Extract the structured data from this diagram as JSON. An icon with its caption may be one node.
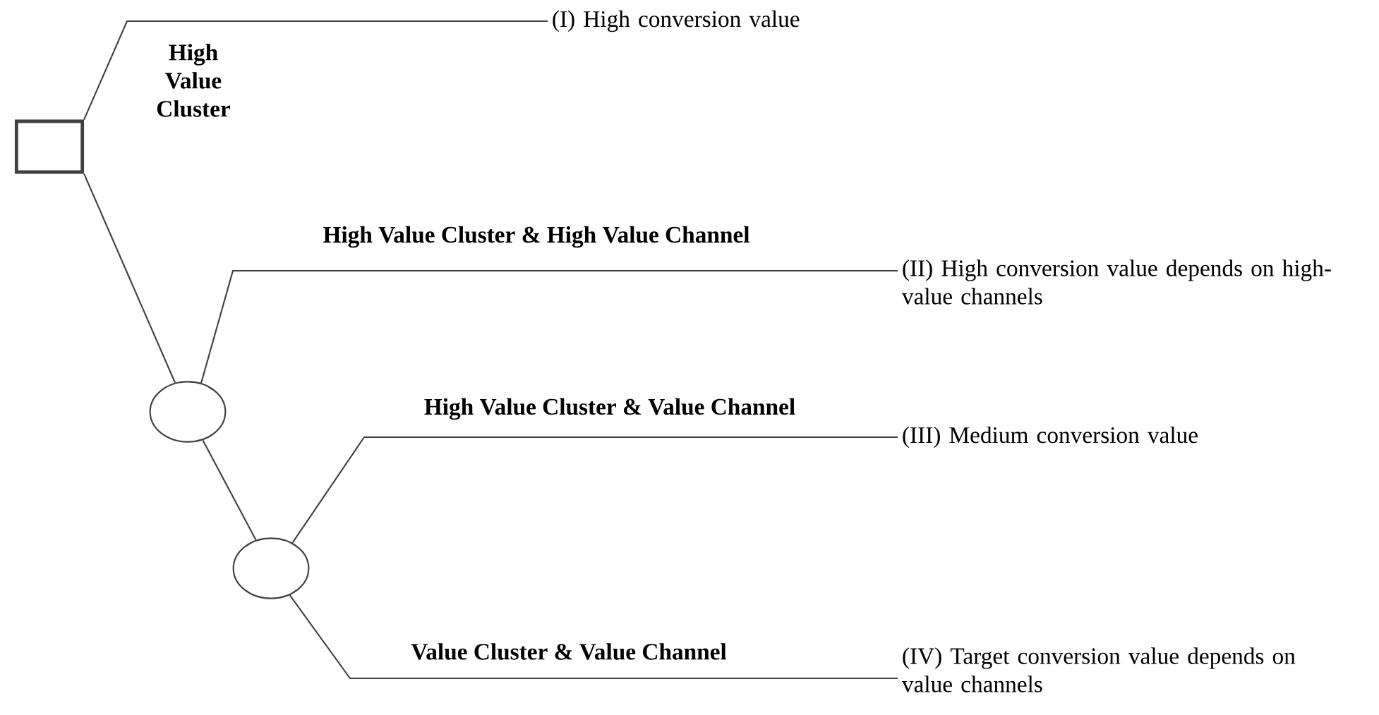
{
  "diagram": {
    "nodes": [
      {
        "text": [],
        "shape": "box"
      },
      {
        "text": [],
        "shape": "circle"
      },
      {
        "text": [],
        "shape": "circle"
      },
      {
        "text": [
          "(I) High conversion value"
        ]
      },
      {
        "text": [
          "(II) High conversion value depends on high-value channels"
        ]
      },
      {
        "text": [
          "(III) Medium conversion value"
        ]
      },
      {
        "text": [
          "(IV) Target conversion value depends on value channels"
        ]
      }
    ],
    "edges": [
      {
        "from": 0,
        "to": 3,
        "arrow": "none",
        "label": "High Value Cluster"
      },
      {
        "from": 0,
        "to": 1,
        "arrow": "none"
      },
      {
        "from": 1,
        "to": 4,
        "arrow": "none",
        "label": "High Value Cluster & High Value Channel"
      },
      {
        "from": 1,
        "to": 2,
        "arrow": "none"
      },
      {
        "from": 2,
        "to": 5,
        "arrow": "none",
        "label": "High Value Cluster & Value Channel"
      },
      {
        "from": 2,
        "to": 6,
        "arrow": "none",
        "label": "Value Cluster & Value Channel"
      }
    ]
  }
}
